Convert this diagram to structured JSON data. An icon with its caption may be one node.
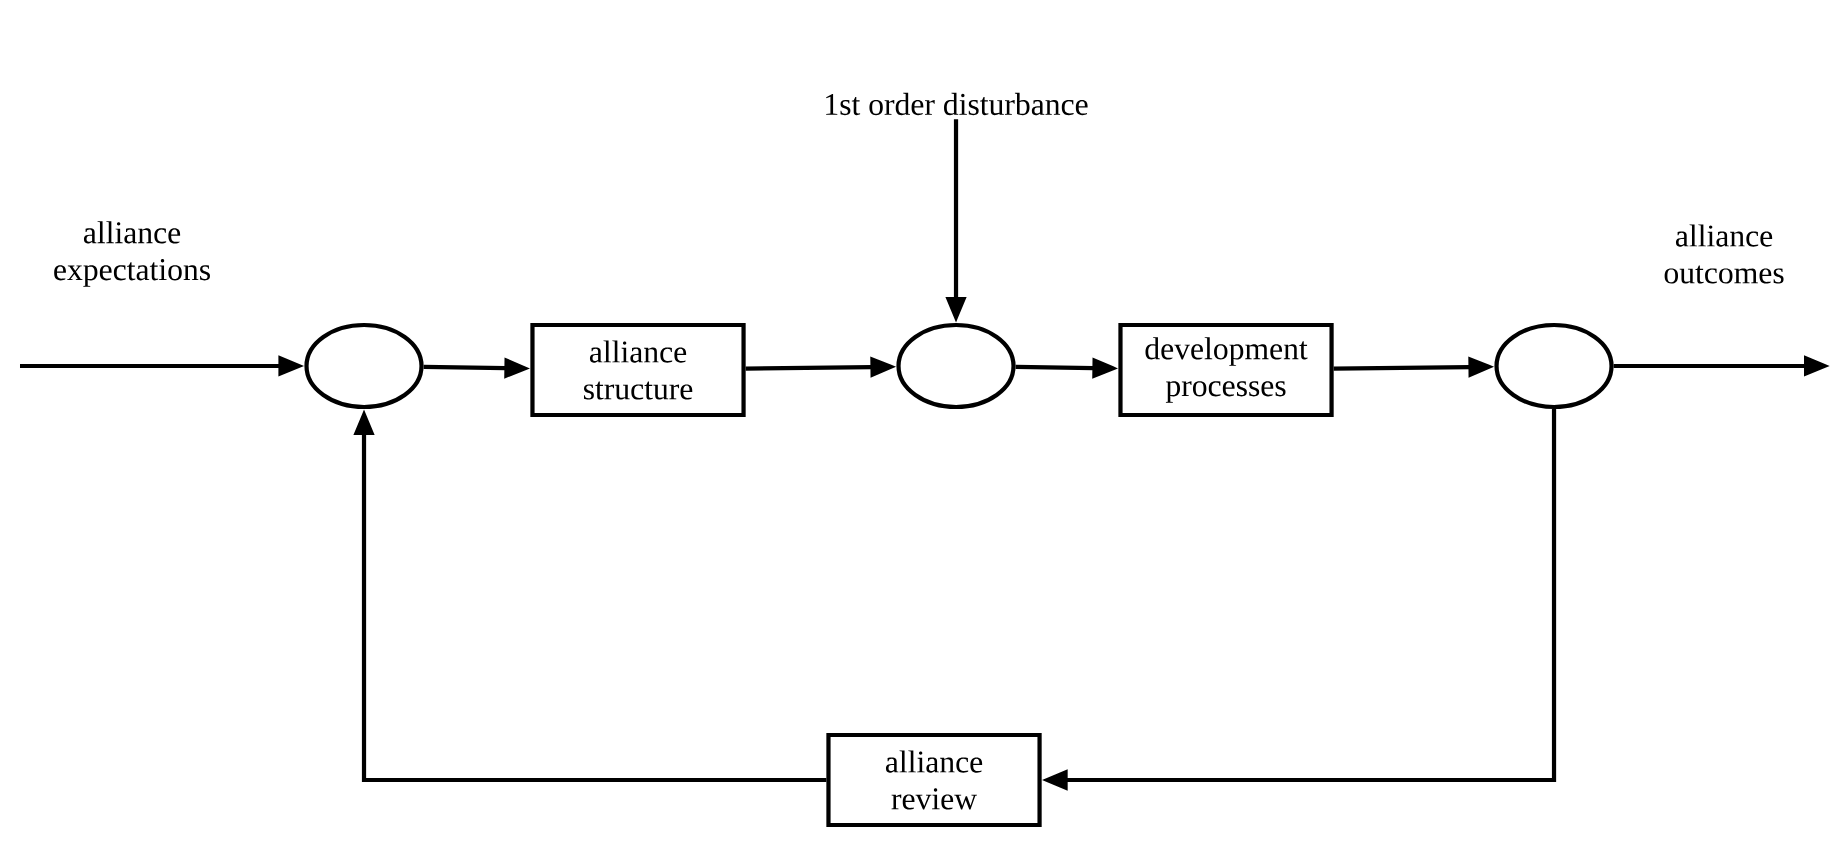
{
  "diagram": {
    "nodes": [
      {
        "text": [],
        "shape": "circle"
      },
      {
        "text": [
          "alliance structure"
        ]
      },
      {
        "text": [],
        "shape": "circle"
      },
      {
        "text": [
          "development processes"
        ]
      },
      {
        "text": [],
        "shape": "circle"
      },
      {
        "text": [
          "alliance review"
        ]
      },
      {
        "text": [
          "1st order disturbance"
        ]
      }
    ],
    "edges": [
      {
        "from": null,
        "to": 0,
        "arrow": "to",
        "label": "alliance expectations"
      },
      {
        "from": 0,
        "to": 1,
        "arrow": "to"
      },
      {
        "from": 1,
        "to": 2,
        "arrow": "to"
      },
      {
        "from": 6,
        "to": 2,
        "arrow": "to"
      },
      {
        "from": 2,
        "to": 3,
        "arrow": "to"
      },
      {
        "from": 3,
        "to": 4,
        "arrow": "to"
      },
      {
        "from": 4,
        "to": null,
        "arrow": "to",
        "label": "alliance outcomes"
      },
      {
        "from": 4,
        "to": 5,
        "arrow": "to"
      },
      {
        "from": 5,
        "to": 0,
        "arrow": "to"
      }
    ]
  }
}
